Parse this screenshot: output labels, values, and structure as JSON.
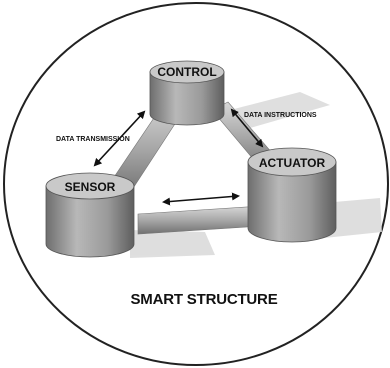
{
  "diagram": {
    "caption": "SMART STRUCTURE",
    "nodes": {
      "control": "CONTROL",
      "sensor": "SENSOR",
      "actuator": "ACTUATOR"
    },
    "edges": {
      "sensor_control": "DATA TRANSMISSION",
      "control_actuator": "DATA INSTRUCTIONS"
    },
    "colors": {
      "cylinder_body": "#9a9a9a",
      "cylinder_top": "#c8c8c8",
      "pipe": "#b0b0b0",
      "frame": "#222222"
    }
  }
}
